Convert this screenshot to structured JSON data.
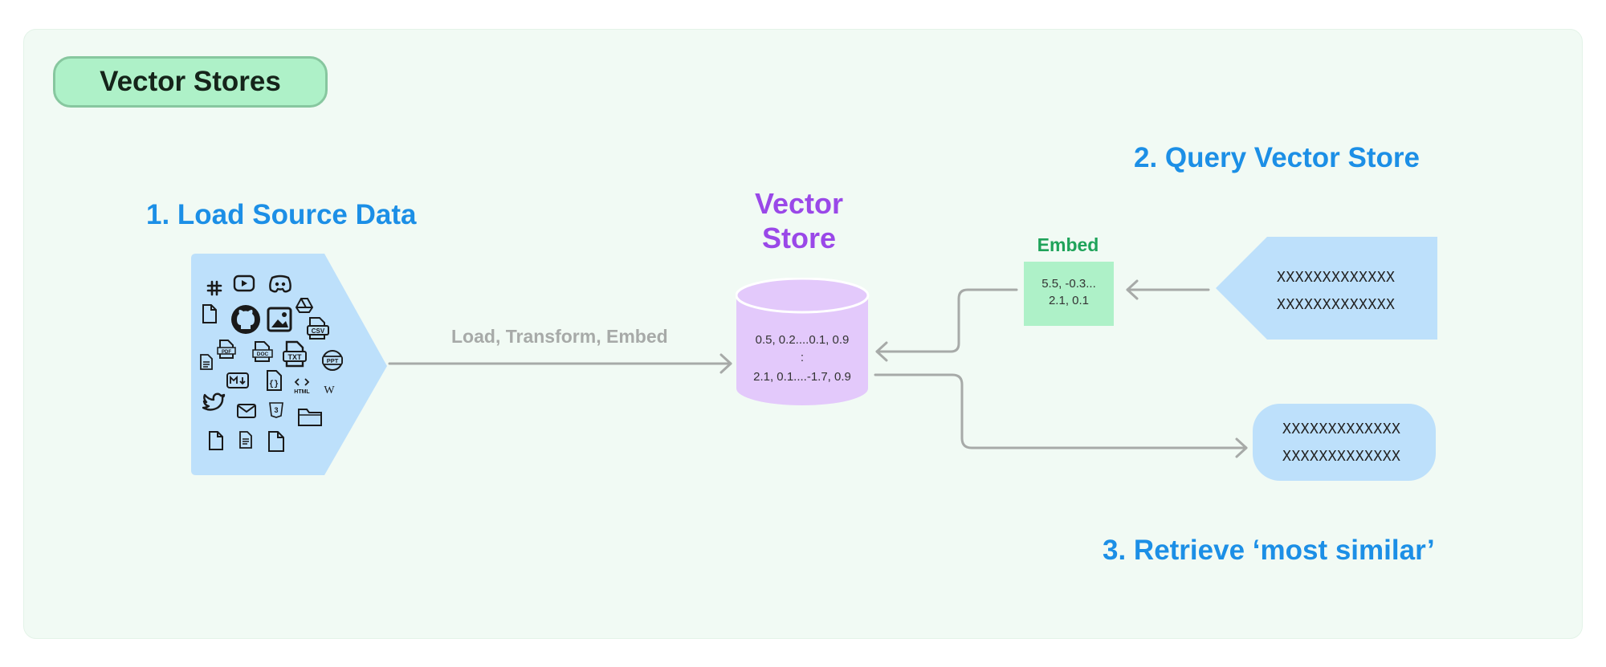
{
  "title": "Vector Stores",
  "steps": {
    "load": "1. Load Source Data",
    "query": "2. Query Vector Store",
    "retrieve": "3. Retrieve ‘most similar’"
  },
  "vector_store": {
    "label_line1": "Vector",
    "label_line2": "Store",
    "row1": "0.5, 0.2....0.1, 0.9",
    "ellipsis": ":",
    "row2": "2.1, 0.1....-1.7, 0.9"
  },
  "edge_label": "Load, Transform, Embed",
  "embed": {
    "label": "Embed",
    "line1": "5.5, -0.3...",
    "line2": "2.1, 0.1"
  },
  "query_text": [
    "XXXXXXXXXXXXX",
    "XXXXXXXXXXXXX"
  ],
  "result_text": [
    "XXXXXXXXXXXXX",
    "XXXXXXXXXXXXX"
  ],
  "source_icons": [
    "slack-icon",
    "youtube-icon",
    "discord-icon",
    "google-drive-icon",
    "file-icon",
    "github-icon",
    "image-icon",
    "csv-icon",
    "pdf-icon",
    "docx-icon",
    "txt-icon",
    "ppt-icon",
    "text-file-icon",
    "markdown-icon",
    "json-icon",
    "html-icon",
    "wikipedia-icon",
    "twitter-icon",
    "email-icon",
    "css-icon",
    "folder-icon"
  ],
  "colors": {
    "panel_bg": "#f1faf4",
    "title_pill": "#aef1c8",
    "heading_blue": "#1c8fe6",
    "vector_purple": "#9a48e8",
    "cylinder": "#e3c9fb",
    "source_blue": "#bde0fb",
    "embed_green": "#aef1c8",
    "embed_label": "#1fa35a",
    "arrow_gray": "#a7aaa8"
  }
}
